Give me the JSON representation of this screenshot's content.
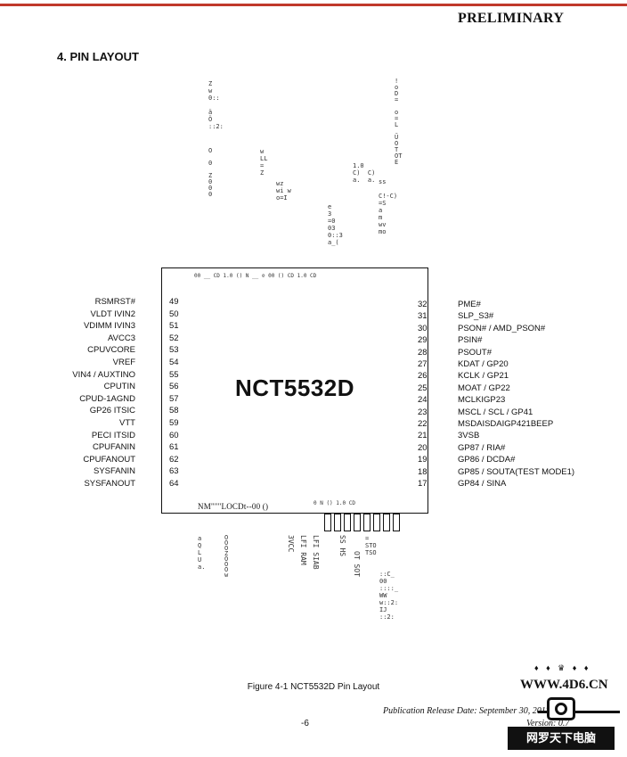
{
  "header": {
    "title": "PRELIMINARY"
  },
  "section": {
    "heading": "4.   PIN LAYOUT"
  },
  "chip": {
    "name": "NCT5532D"
  },
  "left_pins": [
    {
      "num": "49",
      "name": "RSMRST#"
    },
    {
      "num": "50",
      "name": "VLDT IVIN2"
    },
    {
      "num": "51",
      "name": "VDIMM IVIN3"
    },
    {
      "num": "52",
      "name": "AVCC3"
    },
    {
      "num": "53",
      "name": "CPUVCORE"
    },
    {
      "num": "54",
      "name": "VREF"
    },
    {
      "num": "55",
      "name": "VIN4 / AUXTINO"
    },
    {
      "num": "56",
      "name": "CPUTIN"
    },
    {
      "num": "57",
      "name": "CPUD-1AGND"
    },
    {
      "num": "58",
      "name": "GP26 ITSIC"
    },
    {
      "num": "59",
      "name": "VTT"
    },
    {
      "num": "60",
      "name": "PECI ITSID"
    },
    {
      "num": "61",
      "name": "CPUFANIN"
    },
    {
      "num": "62",
      "name": "CPUFANOUT"
    },
    {
      "num": "63",
      "name": "SYSFANIN"
    },
    {
      "num": "64",
      "name": "SYSFANOUT"
    }
  ],
  "right_pins": [
    {
      "num": "32",
      "name": "PME#"
    },
    {
      "num": "31",
      "name": "SLP_S3#"
    },
    {
      "num": "30",
      "name": "PSON# / AMD_PSON#"
    },
    {
      "num": "29",
      "name": "PSIN#"
    },
    {
      "num": "28",
      "name": "PSOUT#"
    },
    {
      "num": "27",
      "name": "KDAT / GP20"
    },
    {
      "num": "26",
      "name": "KCLK / GP21"
    },
    {
      "num": "25",
      "name": "MOAT / GP22"
    },
    {
      "num": "24",
      "name": "MCLKIGP23"
    },
    {
      "num": "23",
      "name": "MSCL / SCL / GP41"
    },
    {
      "num": "22",
      "name": "MSDAISDAIGP421BEEP"
    },
    {
      "num": "21",
      "name": "3VSB"
    },
    {
      "num": "20",
      "name": "GP87 / RIA#"
    },
    {
      "num": "19",
      "name": "GP86 / DCDA#"
    },
    {
      "num": "18",
      "name": "GP85 / SOUTA(TEST MODE1)"
    },
    {
      "num": "17",
      "name": "GP84 / SINA"
    }
  ],
  "top_garble": {
    "row_in_chip": "00  __  CD  1.0   ()   N   __  ⊘  00  ()  CD  1.0  CD",
    "frag_1": "Z\nw\n0::\n\nä\nÖ\n::2:",
    "frag_2": "!\no\nD\n=\n\no\n=\nL\n\nŰ\nO\nT\nOT\nE",
    "frag_3": "O\n\n0\n\nZ\n0\n0\n0",
    "frag_4": "w\nLL\n=\nZ",
    "frag_5": "wz\nwi w\no=I",
    "frag_6": "1.0\nC)  C)\na.  a.",
    "frag_7": "e\n3\n=0\n03\n0::3\na_(",
    "frag_8": "ss\n\nC!-C)\n=S\na\nm\nwv\nmo"
  },
  "bottom_garble": {
    "chip_string": "NM\"\"\"LOCDt--00 ()",
    "row_in_chip": "0       N   ()         1.0  CD",
    "frag_1": "a\nQ\nL\nU\na.",
    "frag_2": "O\nO\nO\nZ\nO\nO\nO\nw",
    "frag_3": "::C_\n00\n::::_\nWW\nw::2:\nIJ\n::2:",
    "frag_4": "=\nSTO\nTSO",
    "vert_1": "LFI RAM",
    "vert_2": "LFI SIAB",
    "vert_3": "3VCC",
    "vert_4": "OT  SOT",
    "vert_5": "SS  HS"
  },
  "figure": {
    "caption": "Figure 4-1 NCT5532D  Pin Layout"
  },
  "footer": {
    "publication": "Publication Release Date: September 30, 2011",
    "version": "Version: 0.7",
    "page": "-6"
  },
  "watermark": {
    "url": "WWW.4D6.CN",
    "crown": "♦ ♦ ♛ ♦ ♦",
    "label": "网罗天下电脑"
  }
}
